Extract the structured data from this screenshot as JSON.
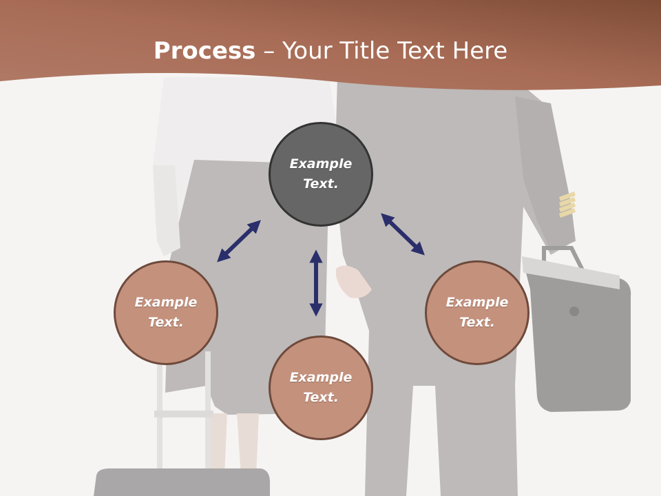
{
  "slide": {
    "title_bold": "Process",
    "title_rest": " – Your Title Text Here"
  },
  "diagram": {
    "center": "Example Text.",
    "left": "Example Text.",
    "right": "Example Text.",
    "bottom": "Example Text."
  },
  "colors": {
    "header": "#a4624a",
    "center_fill": "#666666",
    "node_fill": "#c4917c",
    "node_border": "#6e4a3c",
    "arrow": "#2a2e6a"
  },
  "icons": [
    "double-arrow-icon"
  ]
}
